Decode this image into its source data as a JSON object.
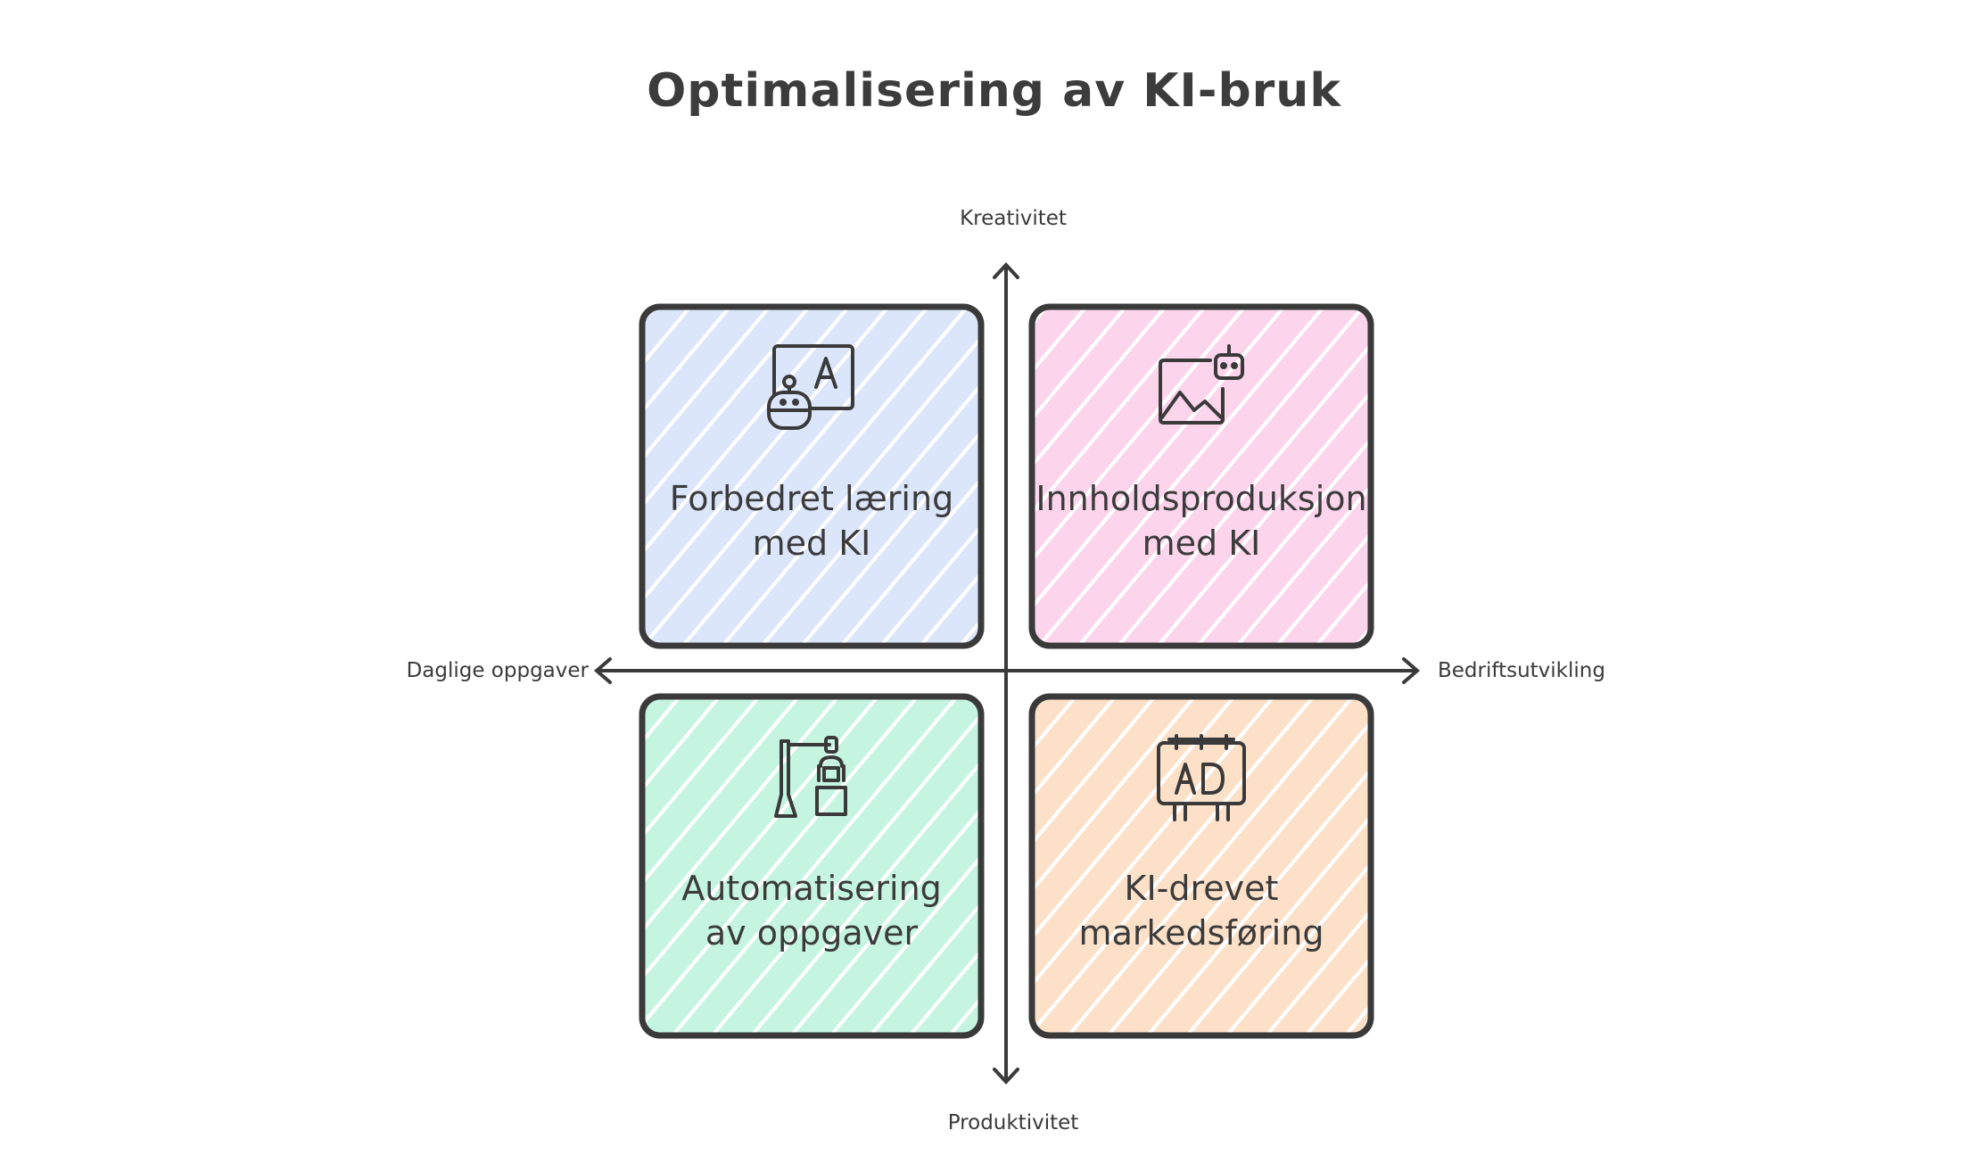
{
  "title": "Optimalisering av KI-bruk",
  "axes": {
    "top": "Kreativitet",
    "bottom": "Produktivitet",
    "left": "Daglige oppgaver",
    "right": "Bedriftsutvikling"
  },
  "quadrants": {
    "top_left": {
      "line1": "Forbedret læring",
      "line2": "med KI",
      "color": "#dbe6fb",
      "icon": "robot-teacher-icon"
    },
    "top_right": {
      "line1": "Innholdsproduksjon",
      "line2": "med KI",
      "color": "#fcd5ec",
      "icon": "ai-image-icon"
    },
    "bottom_left": {
      "line1": "Automatisering",
      "line2": "av oppgaver",
      "color": "#c5f5e0",
      "icon": "robotic-arm-icon"
    },
    "bottom_right": {
      "line1": "KI-drevet",
      "line2": "markedsføring",
      "color": "#fde0c8",
      "icon": "billboard-ad-icon"
    }
  },
  "colors": {
    "stroke": "#3a3a3a",
    "text": "#3b3b3b"
  }
}
